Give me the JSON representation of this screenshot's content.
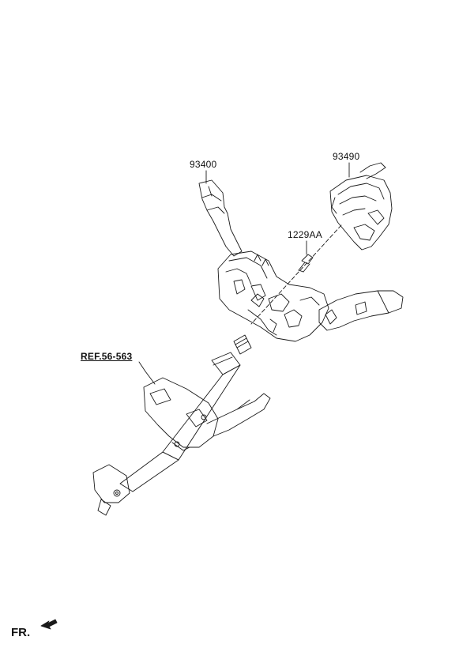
{
  "callouts": {
    "multifunction_switch": "93400",
    "clock_spring": "93490",
    "screw": "1229AA",
    "column_reference": "REF.56-563"
  },
  "orientation": {
    "front_label": "FR."
  },
  "colors": {
    "line": "#1a1a1a",
    "background": "#ffffff"
  }
}
